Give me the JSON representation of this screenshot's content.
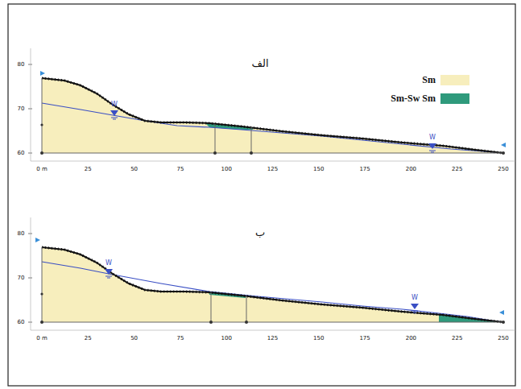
{
  "diagram": {
    "labels": [
      "الف",
      "W",
      "W",
      "80",
      "70",
      "60",
      "0 m",
      "25",
      "50",
      "75",
      "100",
      "125",
      "150",
      "175",
      "200",
      "225",
      "250",
      "ب",
      "W",
      "W",
      "80",
      "70",
      "60",
      "0 m",
      "25",
      "50",
      "75",
      "100",
      "125",
      "150",
      "175",
      "200",
      "225",
      "250"
    ],
    "legend": [
      {
        "text": "Sm",
        "color": "#f7eebd"
      },
      {
        "text": "Sm-Sw Sm",
        "color": "#2f9a7c"
      }
    ]
  }
}
